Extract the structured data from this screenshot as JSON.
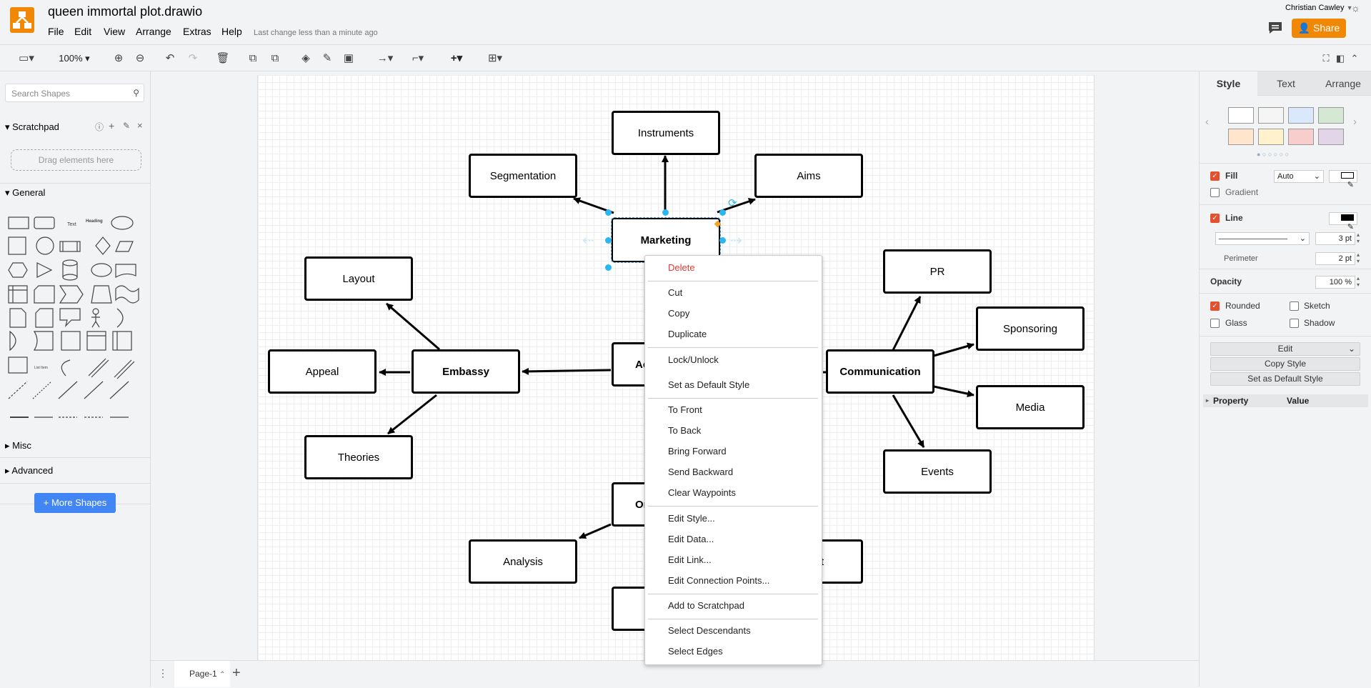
{
  "app": {
    "file_title": "queen immortal plot.drawio",
    "menus": [
      "File",
      "Edit",
      "View",
      "Arrange",
      "Extras",
      "Help"
    ],
    "last_change": "Last change less than a minute ago",
    "user": "Christian Cawley",
    "share_label": "Share",
    "accent": "#f08705"
  },
  "toolbar": {
    "zoom": "100%",
    "icons": [
      "sidebar-toggle-icon",
      "zoom-in-icon",
      "zoom-out-icon",
      "undo-icon",
      "redo-icon",
      "delete-icon",
      "to-front-icon",
      "to-back-icon",
      "fill-color-icon",
      "line-color-icon",
      "shadow-icon",
      "connection-icon",
      "waypoints-icon",
      "insert-icon",
      "table-icon",
      "fullscreen-icon",
      "format-panel-icon",
      "collapse-icon"
    ]
  },
  "left": {
    "search_placeholder": "Search Shapes",
    "scratchpad": "Scratchpad",
    "drag_hint": "Drag elements here",
    "general": "General",
    "misc": "Misc",
    "advanced": "Advanced",
    "more_shapes": "+ More Shapes",
    "shape_text_1": "Text",
    "shape_text_2": "Heading",
    "shape_text_3": "List Item"
  },
  "diagram": {
    "nodes": {
      "instruments": "Instruments",
      "segmentation": "Segmentation",
      "aims": "Aims",
      "marketing": "Marketing",
      "layout": "Layout",
      "pr": "PR",
      "sponsoring": "Sponsoring",
      "appeal": "Appeal",
      "embassy": "Embassy",
      "communication": "Communication",
      "media": "Media",
      "theories": "Theories",
      "events": "Events",
      "analysis": "Analysis",
      "ac_partial": "Ac",
      "or_partial": "Or",
      "t_partial": "t"
    }
  },
  "context_menu": {
    "items": {
      "delete": "Delete",
      "cut": "Cut",
      "copy": "Copy",
      "duplicate": "Duplicate",
      "lock": "Lock/Unlock",
      "default_style": "Set as Default Style",
      "to_front": "To Front",
      "to_back": "To Back",
      "bring_forward": "Bring Forward",
      "send_backward": "Send Backward",
      "clear_waypoints": "Clear Waypoints",
      "edit_style": "Edit Style...",
      "edit_data": "Edit Data...",
      "edit_link": "Edit Link...",
      "edit_connection_points": "Edit Connection Points...",
      "add_scratchpad": "Add to Scratchpad",
      "select_descendants": "Select Descendants",
      "select_edges": "Select Edges"
    }
  },
  "bottom": {
    "page_tab": "Page-1"
  },
  "right": {
    "tabs": [
      "Style",
      "Text",
      "Arrange"
    ],
    "fill": "Fill",
    "fill_mode": "Auto",
    "gradient": "Gradient",
    "line": "Line",
    "line_width": "3 pt",
    "perimeter": "Perimeter",
    "perimeter_value": "2 pt",
    "opacity": "Opacity",
    "opacity_value": "100 %",
    "rounded": "Rounded",
    "sketch": "Sketch",
    "glass": "Glass",
    "shadow": "Shadow",
    "edit": "Edit",
    "copy_style": "Copy Style",
    "set_default_style": "Set as Default Style",
    "property_header": "Property",
    "value_header": "Value",
    "swatch_colors": [
      "#ffffff",
      "#f5f5f5",
      "#dae8fc",
      "#d5e8d4",
      "#ffe6cc",
      "#fff2cc",
      "#f8cecc",
      "#e1d5e7"
    ]
  }
}
